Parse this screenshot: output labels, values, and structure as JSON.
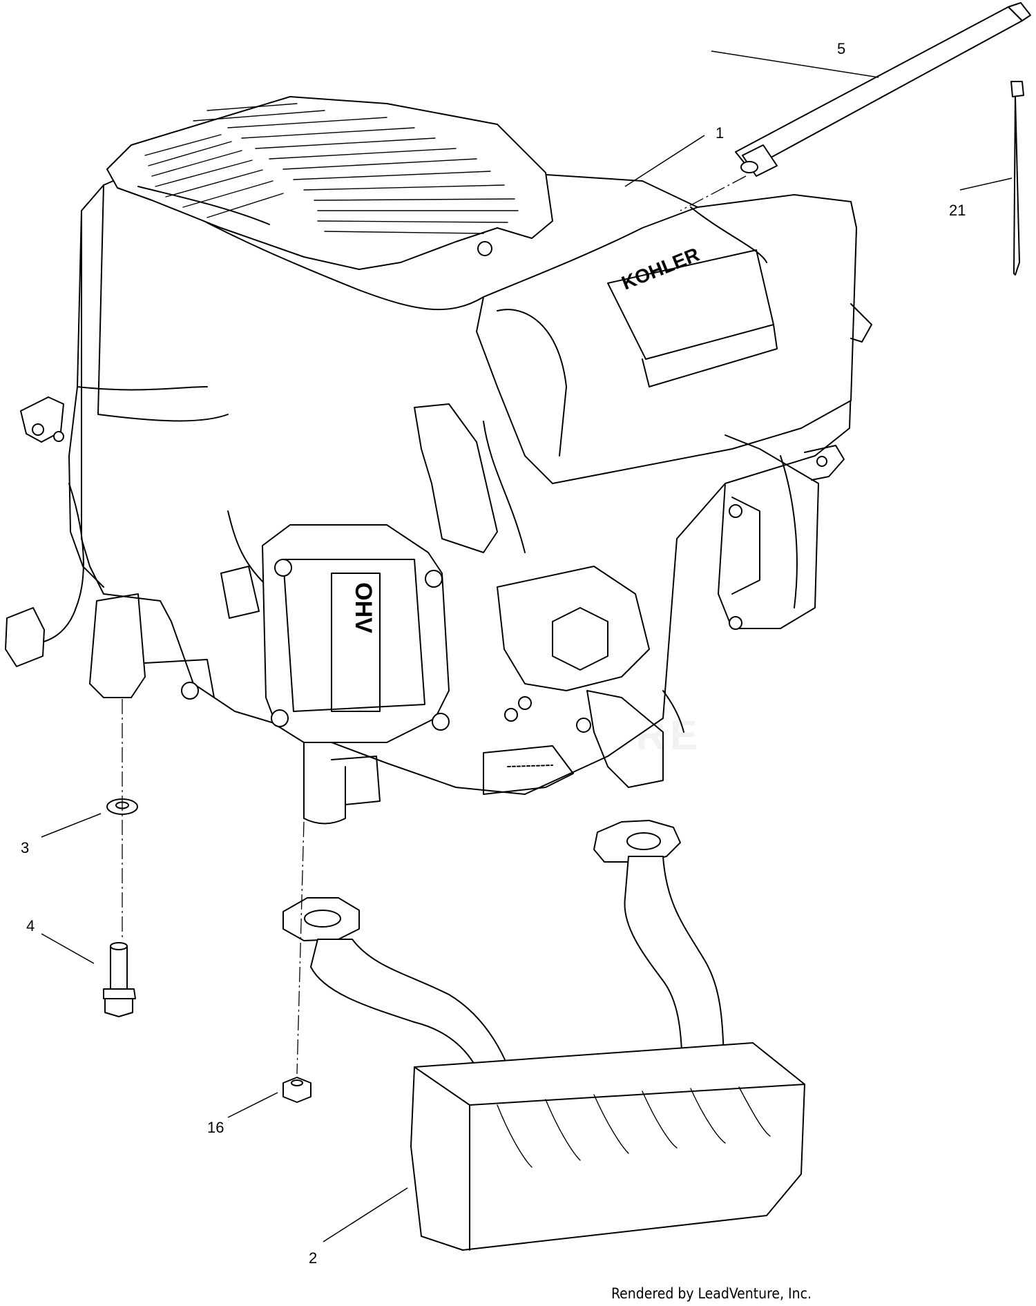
{
  "diagram": {
    "callouts": [
      {
        "id": "1",
        "label": "1"
      },
      {
        "id": "2",
        "label": "2"
      },
      {
        "id": "3",
        "label": "3"
      },
      {
        "id": "4",
        "label": "4"
      },
      {
        "id": "5",
        "label": "5"
      },
      {
        "id": "16",
        "label": "16"
      },
      {
        "id": "21",
        "label": "21"
      }
    ],
    "engine_branding": {
      "brand": "KOHLER",
      "valve_cover": "OHV"
    },
    "watermark": "LEADVENTURE",
    "credit": "Rendered by LeadVenture, Inc."
  }
}
